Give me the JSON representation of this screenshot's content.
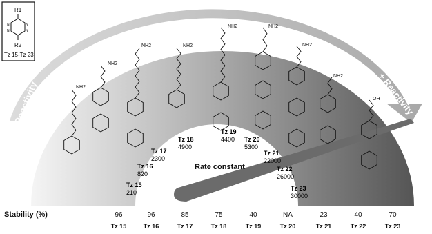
{
  "key_box": {
    "r1": "R1",
    "r2": "R2",
    "range": "Tz 15-Tz 23"
  },
  "arrow_left_label": "- Reactivity",
  "arrow_right_label": "+ Reactivity",
  "gauge_center_label": "Rate constant",
  "amine_label": "NH2",
  "acid_label": "OH",
  "rate_constants": [
    {
      "tz": "Tz 15",
      "k": "210"
    },
    {
      "tz": "Tz 16",
      "k": "820"
    },
    {
      "tz": "Tz 17",
      "k": "2300"
    },
    {
      "tz": "Tz 18",
      "k": "4900"
    },
    {
      "tz": "Tz 19",
      "k": "4400"
    },
    {
      "tz": "Tz 20",
      "k": "5300"
    },
    {
      "tz": "Tz 21",
      "k": "22000"
    },
    {
      "tz": "Tz 22",
      "k": "26000"
    },
    {
      "tz": "Tz 23",
      "k": "30000"
    }
  ],
  "stability_title": "Stability (%)",
  "stability": [
    {
      "tz": "Tz 15",
      "value": "96"
    },
    {
      "tz": "Tz 16",
      "value": "96"
    },
    {
      "tz": "Tz 17",
      "value": "85"
    },
    {
      "tz": "Tz 18",
      "value": "75"
    },
    {
      "tz": "Tz 19",
      "value": "40"
    },
    {
      "tz": "Tz 20",
      "value": "NA"
    },
    {
      "tz": "Tz 21",
      "value": "23"
    },
    {
      "tz": "Tz 22",
      "value": "40"
    },
    {
      "tz": "Tz 23",
      "value": "70"
    }
  ],
  "colors": {
    "arc_light": "#f4f4f4",
    "arc_dark": "#5a5a5a",
    "arrow": "#b9b9b9",
    "needle": "#6a6a6a",
    "line": "#111111"
  }
}
